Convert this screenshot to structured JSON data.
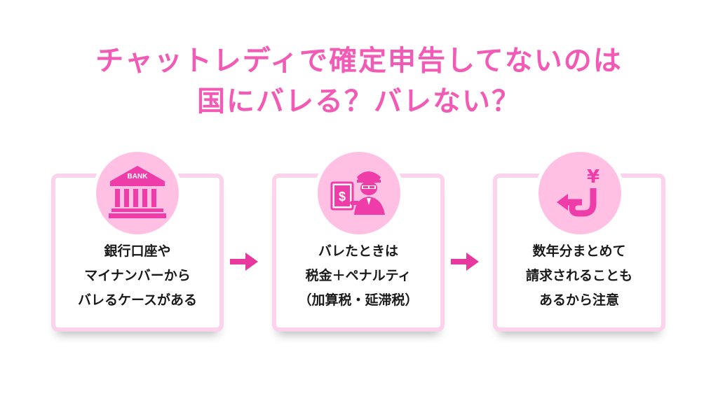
{
  "title": {
    "line1": "チャットレディで確定申告してないのは",
    "line2": "国にバレる？バレない？"
  },
  "colors": {
    "accent": "#f25bb5",
    "card_border": "#fbd3ec",
    "circle_bg": "#ffc0e3",
    "icon": "#ee3da8",
    "arrow": "#e83a9e"
  },
  "steps": [
    {
      "icon": "bank-icon",
      "icon_label": "BANK",
      "lines": [
        "銀行口座や",
        "マイナンバーから",
        "バレるケースがある"
      ]
    },
    {
      "icon": "officer-icon",
      "lines": [
        "バレたときは",
        "税金＋ペナルティ",
        "（加算税・延滞税）"
      ]
    },
    {
      "icon": "yen-return-icon",
      "icon_label": "¥",
      "lines": [
        "数年分まとめて",
        "請求されることも",
        "あるから注意"
      ]
    }
  ]
}
